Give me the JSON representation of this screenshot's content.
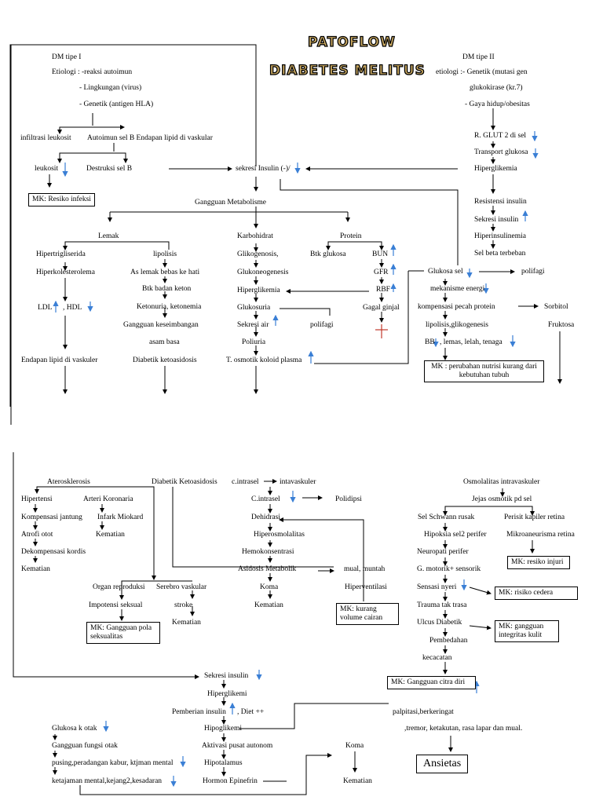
{
  "title": {
    "line1": "PATOFLOW",
    "line2": "DIABETES MELITUS"
  },
  "colors": {
    "up_arrow": "#3a7fd5",
    "down_arrow": "#3a7fd5",
    "cross": "#c0392b"
  },
  "nodes": {
    "dm1": "DM tipe I",
    "etio1": "Etiologi : -reaksi autoimun",
    "etio1b": "- Lingkungan (virus)",
    "etio1c": "- Genetik (antigen HLA)",
    "infil": "infiltrasi leukosit",
    "autoimun": "Autoimun sel B Endapan lipid di vaskular",
    "leukosit": "leukosit",
    "destruksi": "Destruksi sel B",
    "sekresi": "sekresi Insulin (-)/",
    "gangguan": "Gangguan Metabolisme",
    "lemak": "Lemak",
    "karbo": "Karbohidrat",
    "protein": "Protein",
    "hipertrig": "Hipertrigliserida",
    "lipolisis": "lipolisis",
    "glikogen": "Glikogenosis,",
    "btkglu": "Btk glukosa",
    "bun": "BUN",
    "hiperkol": "Hiperkolesterolema",
    "aslemak": "As lemak bebas ke hati",
    "glukoneo": "Glukoneogenesis",
    "gfr": "GFR",
    "btkbadan": "Btk badan keton",
    "hiperglik": "Hiperglikemia",
    "rbf": "RBF",
    "ldl": "LDL",
    "hdl": ", HDL",
    "ketonuria": "Ketonuria, ketonemia",
    "glukosuria": "Glukosuria",
    "gagal": "Gagal ginjal",
    "gangkes": "Gangguan keseimbangan",
    "sekair": "Sekresi air",
    "polifagi1": "polifagi",
    "asambasa": "asam basa",
    "poliuria": "Poliuria",
    "endapan": "Endapan lipid di vaskuler",
    "dka": "Diabetik ketoasidosis",
    "tosmotik": "T. osmotik koloid plasma",
    "dm2": "DM tipe II",
    "etio2": "etiologi :- Genetik (mutasi gen",
    "etio2b": "glukokirase (kr.7)",
    "etio2c": "- Gaya hidup/obesitas",
    "rglut": "R. GLUT 2 di sel",
    "transport": "Transport glukosa",
    "hiperglik2": "Hiperglikemia",
    "resistensi": "Resistensi insulin",
    "sekins": "Sekresi insulin",
    "hiperins": "Hiperinsulinemia",
    "selbeta": "Sel beta terbeban",
    "glukosasel": "Glukosa sel",
    "polifagi2": "polifagi",
    "mekanisme": "mekanisme energi",
    "kompensasi": "kompensasi pecah protein",
    "sorbitol": "Sorbitol",
    "lipoglik": "lipolisis,glikogenesis",
    "fruktosa": "Fruktosa",
    "bb": "BB",
    "lemas": ", lemas, lelah, tenaga",
    "ateros": "Aterosklerosis",
    "dka2": "Diabetik Ketoasidosis",
    "cintra": "c.intrasel",
    "intavas": "intavaskuler",
    "osmo": "Osmolalitas intravaskuler",
    "hipertensi": "Hipertensi",
    "arteri": "Arteri Koronaria",
    "cintra2": "C.intrasel",
    "polidipsi": "Polidipsi",
    "jejas": "Jejas osmotik pd sel",
    "kompjantung": "Kompensasi jantung",
    "infark": "Infark Miokard",
    "dehidrasi": "Dehidrasi",
    "schwann": "Sel Schwann rusak",
    "perisit": "Perisit kapiler retina",
    "atrofi": "Atrofi otot",
    "kematian1": "Kematian",
    "hiperosmo": "Hiperosmolalitas",
    "hipoksia": "Hipoksia sel2 perifer",
    "mikroan": "Mikroaneurisma retina",
    "dekomp": "Dekompensasi kordis",
    "hemokon": "Hemokonsentrasi",
    "neuropati": "Neuropati perifer",
    "kematian2": "Kematian",
    "asidosis": "Asidosis Metabolik",
    "mual": "mual, muntah",
    "gmotorik": "G. motorik+ sensorik",
    "organ": "Organ reproduksi",
    "serebro": "Serebro vaskular",
    "koma1": "Koma",
    "hipervent": "Hiperventilasi",
    "sensasi": "Sensasi nyeri",
    "impotensi": "Impotensi seksual",
    "stroke": "stroke",
    "kematian3": "Kematian",
    "trauma": "Trauma tak trasa",
    "kematian4": "Kematian",
    "ulcus": "Ulcus Diabetik",
    "pembedahan": "Pembedahan",
    "kecacatan": "kecacatan",
    "sekins2": "Sekresi insulin",
    "hiperglikemi": "Hiperglikemi",
    "pemberian": "Pemberian insulin",
    "diet": ", Diet ++",
    "glukotak": "Glukosa k otak",
    "hipoglik": "Hipoglikemi",
    "palpitasi": "palpitasi,berkeringat",
    "gangotak": "Gangguan fungsi otak",
    "aktivasi": "Aktivasi pusat autonom",
    "koma2": "Koma",
    "tremor": ",tremor, ketakutan, rasa lapar dan mual.",
    "pusing": "pusing,peradangan kabur, ktjman mental",
    "hipotalamus": "Hipotalamus",
    "ketajaman": "ketajaman mental,kejang2,kesadaran",
    "hormon": "Hormon Epinefrin",
    "kematian5": "Kematian"
  },
  "boxes": {
    "mk_infeksi": "MK: Resiko infeksi",
    "mk_nutrisi": "MK : perubahan nutrisi kurang dari kebutuhan tubuh",
    "mk_seksual": "MK: Gangguan pola seksualitas",
    "mk_cairan": "MK: kurang volume cairan",
    "mk_injuri": "MK: resiko injuri",
    "mk_cedera": "MK: risiko cedera",
    "mk_kulit": "MK: gangguan integritas kulit",
    "mk_citra": "MK: Gangguan citra diri",
    "ansietas": "Ansietas"
  }
}
